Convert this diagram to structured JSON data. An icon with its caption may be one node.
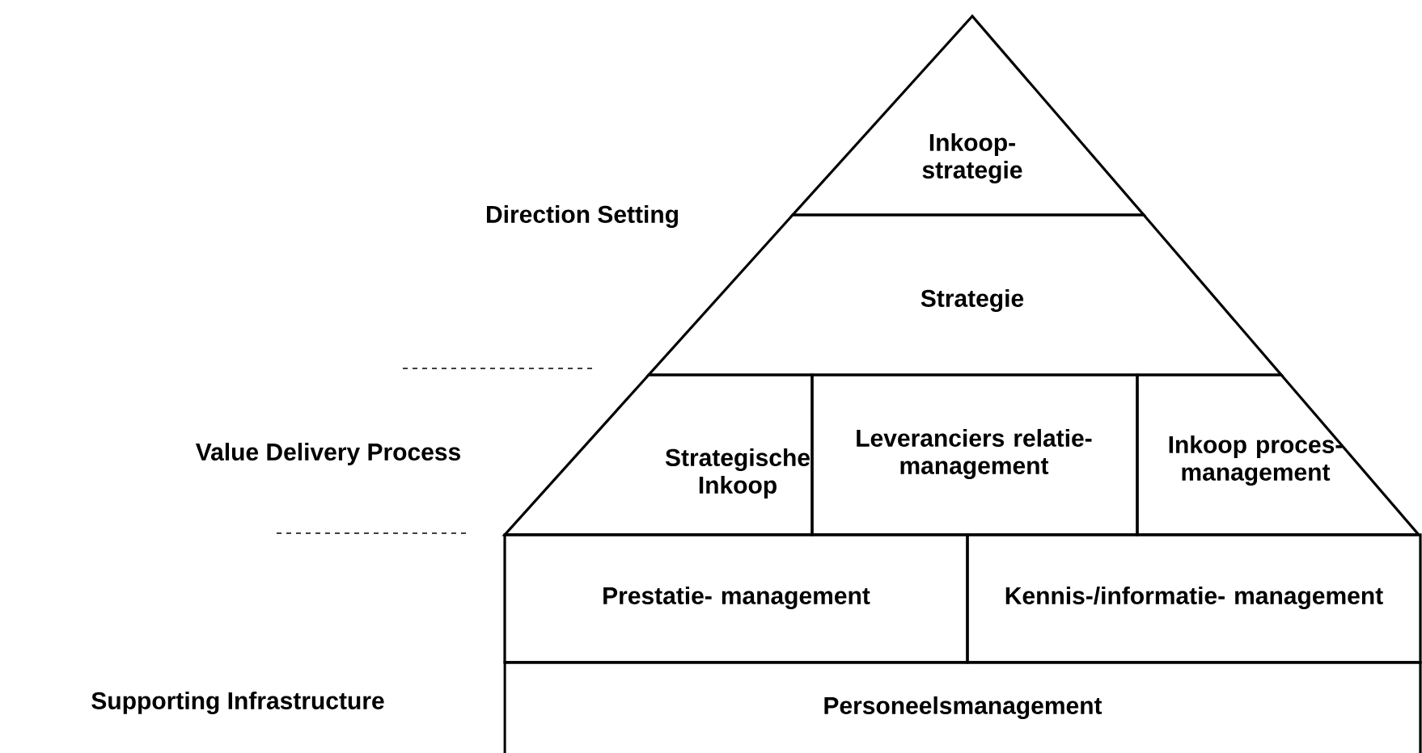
{
  "diagram": {
    "nodes": [
      {
        "text": [
          "Inkoop- strategie"
        ]
      },
      {
        "text": [
          "Strategie"
        ]
      },
      {
        "text": [
          "Strategische Inkoop"
        ]
      },
      {
        "text": [
          "Leveranciers relatie- management"
        ]
      },
      {
        "text": [
          "Inkoop proces- management"
        ]
      },
      {
        "text": [
          "Prestatie- management"
        ]
      },
      {
        "text": [
          "Kennis-/informatie- management"
        ]
      },
      {
        "text": [
          "Personeelsmanagement"
        ]
      }
    ],
    "labels": [
      "Direction Setting",
      "Value Delivery Process",
      "Supporting Infrastructure"
    ]
  }
}
